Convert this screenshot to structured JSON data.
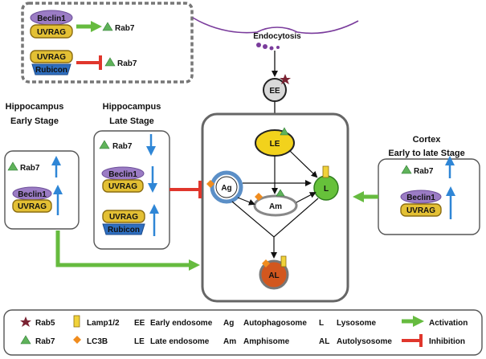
{
  "top_box": {
    "row1": {
      "beclin": "Beclin1",
      "uvrag": "UVRAG",
      "rab7": "Rab7"
    },
    "row2": {
      "uvrag": "UVRAG",
      "rubicon": "Rubicon",
      "rab7": "Rab7"
    }
  },
  "endocytosis": "Endocytosis",
  "nodes": {
    "ee": "EE",
    "le": "LE",
    "ag": "Ag",
    "am": "Am",
    "l": "L",
    "al": "AL"
  },
  "hippo_early": {
    "title_line1": "Hippocampus",
    "title_line2": "Early Stage",
    "rab7": "Rab7",
    "beclin": "Beclin1",
    "uvrag": "UVRAG"
  },
  "hippo_late": {
    "title_line1": "Hippocampus",
    "title_line2": "Late Stage",
    "rab7": "Rab7",
    "beclin": "Beclin1",
    "uvrag": "UVRAG",
    "uvrag2": "UVRAG",
    "rubicon": "Rubicon"
  },
  "cortex": {
    "title_line1": "Cortex",
    "title_line2": "Early to late Stage",
    "rab7": "Rab7",
    "beclin": "Beclin1",
    "uvrag": "UVRAG"
  },
  "legend": {
    "rab5": "Rab5",
    "rab7": "Rab7",
    "lamp": "Lamp1/2",
    "lc3b": "LC3B",
    "ee_abbr": "EE",
    "ee_full": "Early endosome",
    "le_abbr": "LE",
    "le_full": "Late endosome",
    "ag_abbr": "Ag",
    "ag_full": "Autophagosome",
    "am_abbr": "Am",
    "am_full": "Amphisome",
    "l_abbr": "L",
    "l_full": "Lysosome",
    "al_abbr": "AL",
    "al_full": "Autolysosome",
    "activation": "Activation",
    "inhibition": "Inhibition"
  },
  "colors": {
    "activation": "#66bb3f",
    "inhibition": "#e0362c",
    "up_down_arrow": "#2f86d6",
    "beclin1": "#9b7cc4",
    "uvrag": "#e3c034",
    "rubicon": "#2f6fc0",
    "rab7": "#5fb25a",
    "rab5": "#7a2333",
    "lamp": "#f0d23a",
    "lc3b": "#f08c1e",
    "le_fill": "#f2d21c",
    "l_fill": "#66c13a",
    "al_fill": "#d2571e",
    "ag_ring": "#5b8fc7",
    "endocytosis_line": "#7a3c9c"
  }
}
